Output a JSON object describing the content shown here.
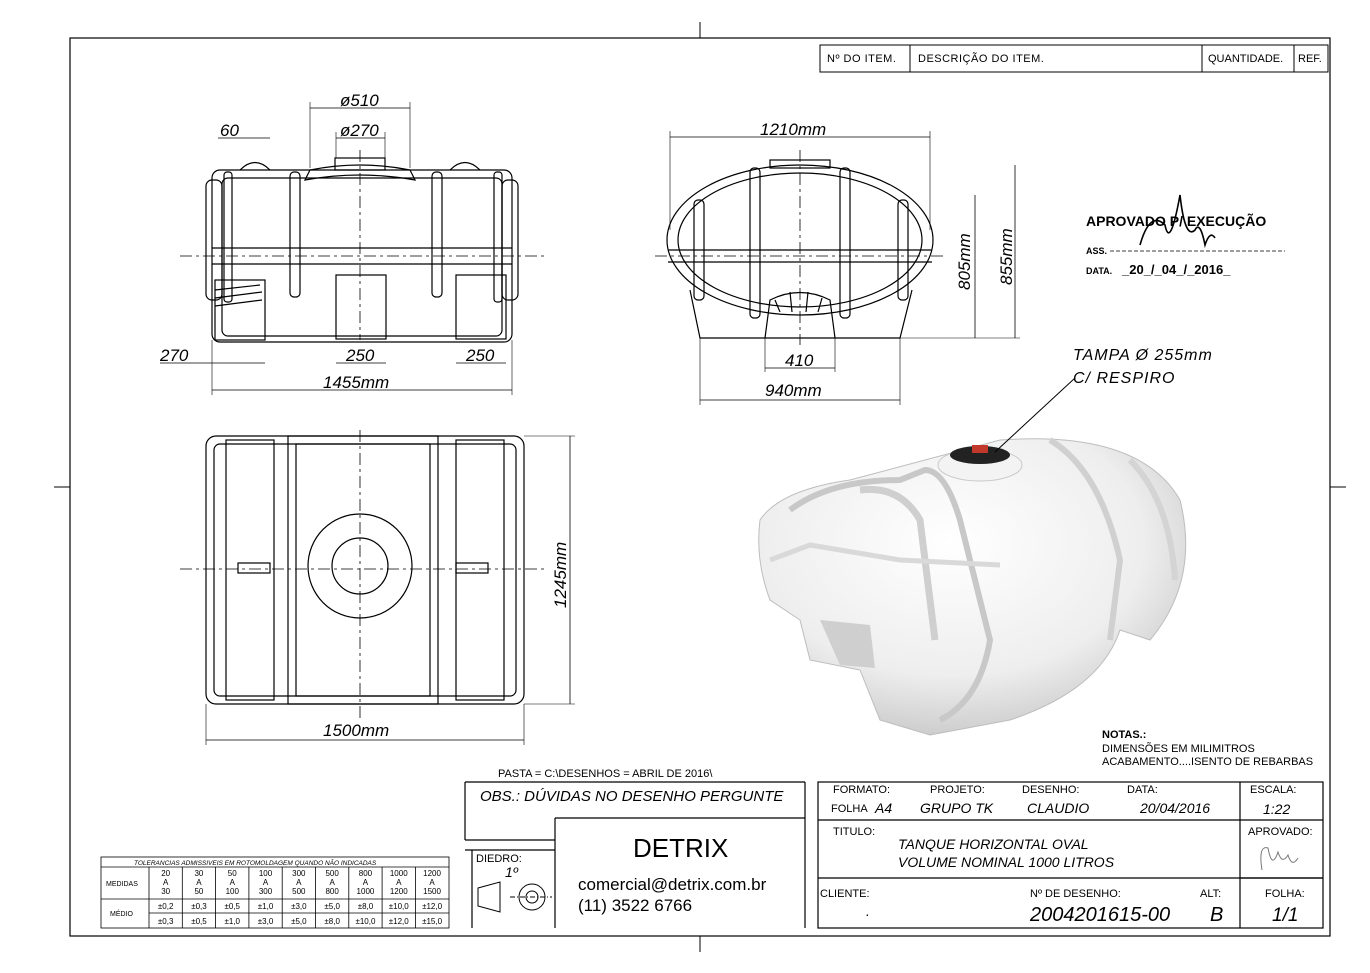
{
  "parts_header": {
    "item_no": "Nº DO ITEM.",
    "description": "DESCRIÇÃO DO ITEM.",
    "quantity": "QUANTIDADE.",
    "ref": "REF."
  },
  "front_view": {
    "d510": "ø510",
    "d270": "ø270",
    "w60": "60",
    "w270": "270",
    "w250a": "250",
    "w250b": "250",
    "w1455": "1455mm"
  },
  "side_view": {
    "w1210": "1210mm",
    "h805": "805mm",
    "h855": "855mm",
    "w410": "410",
    "w940": "940mm"
  },
  "top_view": {
    "w1500": "1500mm",
    "h1245": "1245mm"
  },
  "callout": {
    "line1": "TAMPA  Ø  255mm",
    "line2": "C/  RESPIRO"
  },
  "approval": {
    "title": "APROVADO P/ EXECUÇÃO",
    "ass": "ASS.",
    "data_label": "DATA.",
    "date": "_20_/_04_/_2016_"
  },
  "notes": {
    "title": "NOTAS.:",
    "line1": "DIMENSÕES EM MILIMITROS",
    "line2": "ACABAMENTO....ISENTO DE REBARBAS"
  },
  "pasta": "PASTA = C:\\DESENHOS = ABRIL DE 2016\\",
  "obs": "OBS.: DÚVIDAS NO DESENHO PERGUNTE",
  "company": {
    "name": "DETRIX",
    "email": "comercial@detrix.com.br",
    "phone": "(11) 3522 6766"
  },
  "diedro": {
    "label": "DIEDRO:",
    "value": "1º"
  },
  "title_block": {
    "formato_label": "FORMATO:",
    "folha_label": "FOLHA",
    "folha_value": "A4",
    "projeto_label": "PROJETO:",
    "projeto_value": "GRUPO TK",
    "desenho_label": "DESENHO:",
    "desenho_value": "CLAUDIO",
    "data_label": "DATA:",
    "data_value": "20/04/2016",
    "escala_label": "ESCALA:",
    "escala_value": "1:22",
    "titulo_label": "TITULO:",
    "titulo_line1": "TANQUE HORIZONTAL OVAL",
    "titulo_line2": "VOLUME NOMINAL 1000 LITROS",
    "aprovado_label": "APROVADO:",
    "cliente_label": "CLIENTE:",
    "cliente_value": ".",
    "ndesenho_label": "Nº DE DESENHO:",
    "ndesenho_value": "2004201615-00",
    "alt_label": "ALT:",
    "alt_value": "B",
    "folha2_label": "FOLHA:",
    "folha2_value": "1/1"
  },
  "tolerance": {
    "title": "TOLERANCIAS  ADMISSIVEIS  EM  ROTOMOLDAGEM  QUANDO  NÃO  INDICADAS",
    "medidas": "MEDIDAS",
    "medio": "MÉDIO",
    "ranges": [
      [
        "20",
        "A",
        "30"
      ],
      [
        "30",
        "A",
        "50"
      ],
      [
        "50",
        "A",
        "100"
      ],
      [
        "100",
        "A",
        "300"
      ],
      [
        "300",
        "A",
        "500"
      ],
      [
        "500",
        "A",
        "800"
      ],
      [
        "800",
        "A",
        "1000"
      ],
      [
        "1000",
        "A",
        "1200"
      ],
      [
        "1200",
        "A",
        "1500"
      ]
    ],
    "row1": [
      "±0,2",
      "±0,3",
      "±0,5",
      "±1,0",
      "±3,0",
      "±5,0",
      "±8,0",
      "±10,0",
      "±12,0"
    ],
    "row2": [
      "±0,3",
      "±0,5",
      "±1,0",
      "±3,0",
      "±5,0",
      "±8,0",
      "±10,0",
      "±12,0",
      "±15,0"
    ]
  }
}
